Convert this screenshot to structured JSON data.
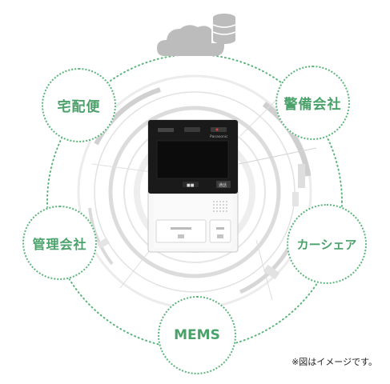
{
  "nodes": {
    "delivery": "宅配便",
    "security": "警備会社",
    "management": "管理会社",
    "carshare": "カーシェア",
    "mems": "MEMS"
  },
  "device": {
    "brand": "Panasonic",
    "screen_button": "■■",
    "side_button": "通話"
  },
  "note": "※図はイメージです。",
  "colors": {
    "accent_green": "#5bb57c",
    "text_green": "#4aa26a",
    "cloud_gray": "#bcbcbc"
  }
}
